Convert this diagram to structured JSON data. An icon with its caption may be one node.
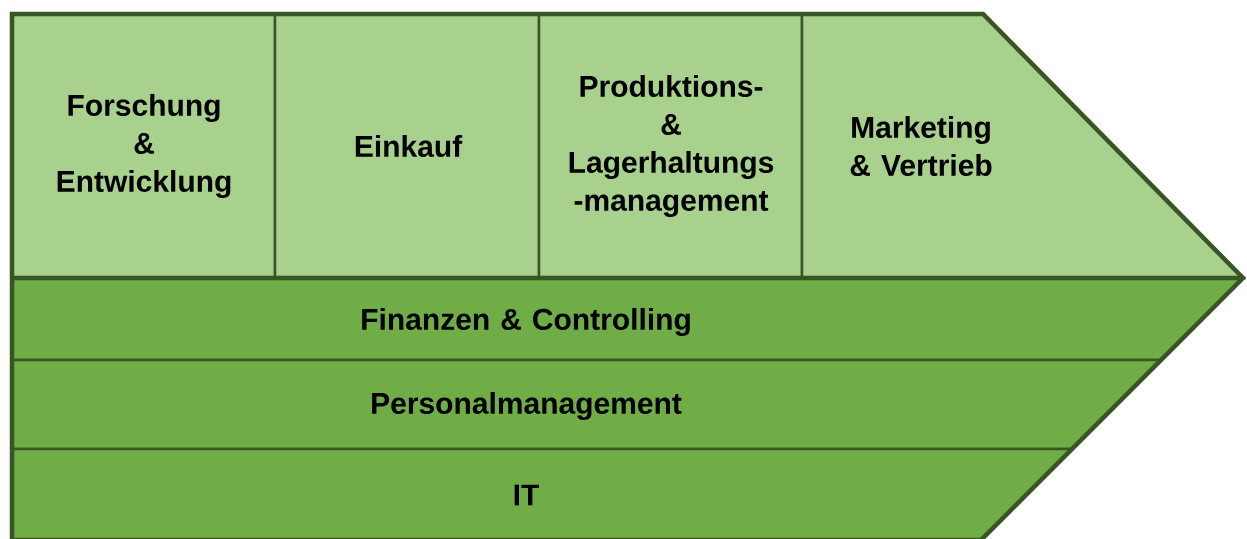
{
  "diagram": {
    "nodes": [
      {
        "text": [
          "Forschung & Entwicklung"
        ]
      },
      {
        "text": [
          "Einkauf"
        ]
      },
      {
        "text": [
          "Produktions- & Lagerhaltungs -management"
        ]
      },
      {
        "text": [
          "Marketing & Vertrieb"
        ]
      },
      {
        "text": [
          "Finanzen & Controlling"
        ]
      },
      {
        "text": [
          "Personalmanagement"
        ]
      },
      {
        "text": [
          "IT"
        ]
      }
    ]
  }
}
